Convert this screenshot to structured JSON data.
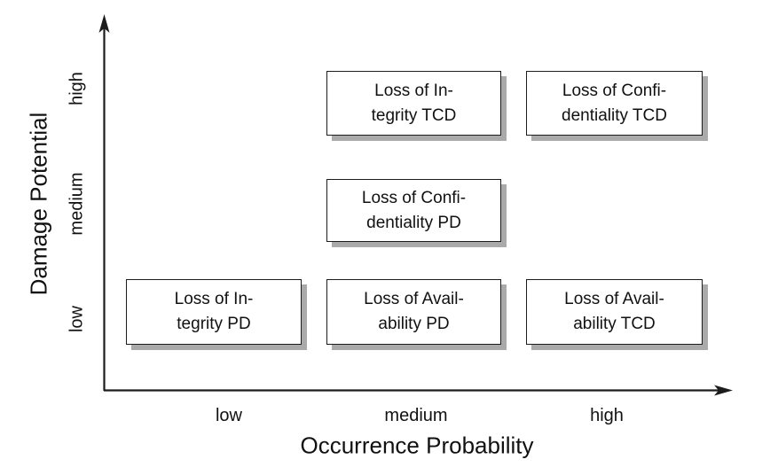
{
  "colors": {
    "background": "#ffffff",
    "box_border": "#1c1c1c",
    "box_shadow": "#aaaaaa",
    "text": "#111111",
    "axis": "#1c1c1c"
  },
  "axes": {
    "x": {
      "title": "Occurrence Probability",
      "ticks": [
        "low",
        "medium",
        "high"
      ]
    },
    "y": {
      "title": "Damage Potential",
      "ticks": [
        "high",
        "medium",
        "low"
      ]
    }
  },
  "boxes": [
    {
      "id": "integrity-tcd",
      "line1": "Loss of In-",
      "line2": "tegrity TCD",
      "x": "medium",
      "y": "high"
    },
    {
      "id": "confidentiality-tcd",
      "line1": "Loss of Confi-",
      "line2": "dentiality TCD",
      "x": "high",
      "y": "high"
    },
    {
      "id": "confidentiality-pd",
      "line1": "Loss of Confi-",
      "line2": "dentiality PD",
      "x": "medium",
      "y": "medium"
    },
    {
      "id": "integrity-pd",
      "line1": "Loss of In-",
      "line2": "tegrity PD",
      "x": "low",
      "y": "low"
    },
    {
      "id": "availability-pd",
      "line1": "Loss of Avail-",
      "line2": "ability PD",
      "x": "medium",
      "y": "low"
    },
    {
      "id": "availability-tcd",
      "line1": "Loss of Avail-",
      "line2": "ability TCD",
      "x": "high",
      "y": "low"
    }
  ],
  "chart_data": {
    "type": "scatter",
    "title": "",
    "xlabel": "Occurrence Probability",
    "ylabel": "Damage Potential",
    "x_ticks": [
      "low",
      "medium",
      "high"
    ],
    "y_ticks": [
      "low",
      "medium",
      "high"
    ],
    "grid": false,
    "legend": false,
    "points": [
      {
        "x": "medium",
        "y": "high",
        "label": "Loss of Integrity TCD"
      },
      {
        "x": "high",
        "y": "high",
        "label": "Loss of Confidentiality TCD"
      },
      {
        "x": "medium",
        "y": "medium",
        "label": "Loss of Confidentiality PD"
      },
      {
        "x": "low",
        "y": "low",
        "label": "Loss of Integrity PD"
      },
      {
        "x": "medium",
        "y": "low",
        "label": "Loss of Availability PD"
      },
      {
        "x": "high",
        "y": "low",
        "label": "Loss of Availability TCD"
      }
    ]
  }
}
